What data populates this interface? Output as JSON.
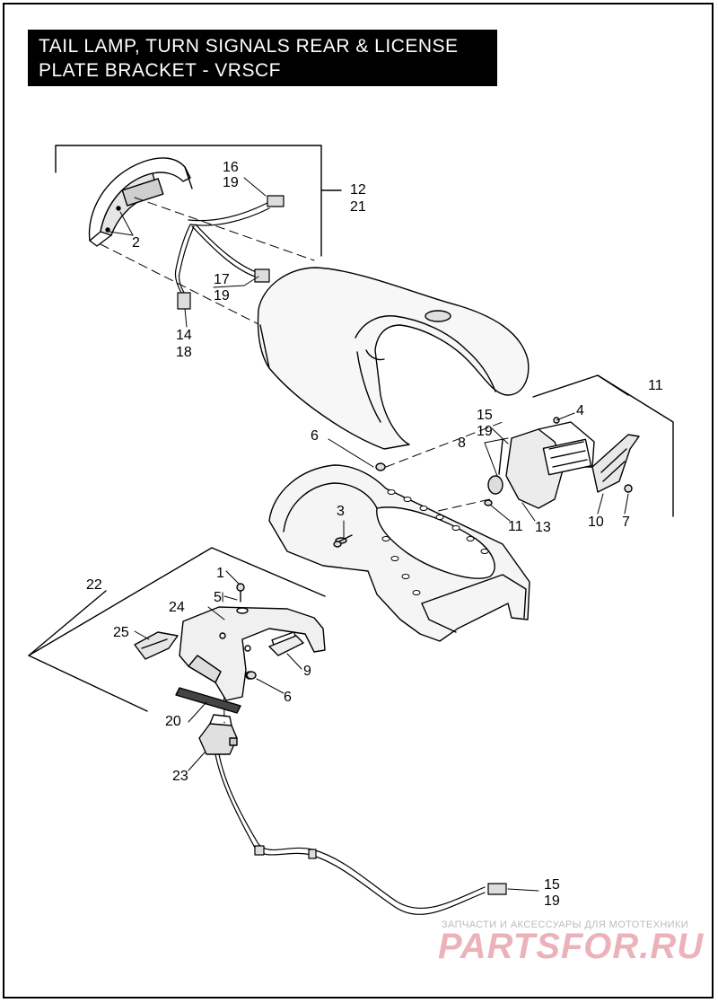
{
  "title": {
    "line1": "TAIL LAMP, TURN SIGNALS REAR & LICENSE",
    "line2": "PLATE BRACKET - VRSCF"
  },
  "callouts": {
    "c1": "1",
    "c2": "2",
    "c3": "3",
    "c4": "4",
    "c5": "5",
    "c6a": "6",
    "c6b": "6",
    "c7": "7",
    "c8": "8",
    "c9": "9",
    "c10": "10",
    "c11a": "11",
    "c11b": "11",
    "c12": "12",
    "c13": "13",
    "c14": "14",
    "c15a": "15",
    "c15b": "15",
    "c16": "16",
    "c17": "17",
    "c18": "18",
    "c19a": "19",
    "c19b": "19",
    "c19c": "19",
    "c19d": "19",
    "c20": "20",
    "c21": "21",
    "c22": "22",
    "c23": "23",
    "c24": "24",
    "c25": "25"
  },
  "watermark": {
    "tagline": "ЗАПЧАСТИ И АКСЕССУАРЫ ДЛЯ МОТОТЕХНИКИ",
    "logo": "PARTSFOR.RU"
  }
}
